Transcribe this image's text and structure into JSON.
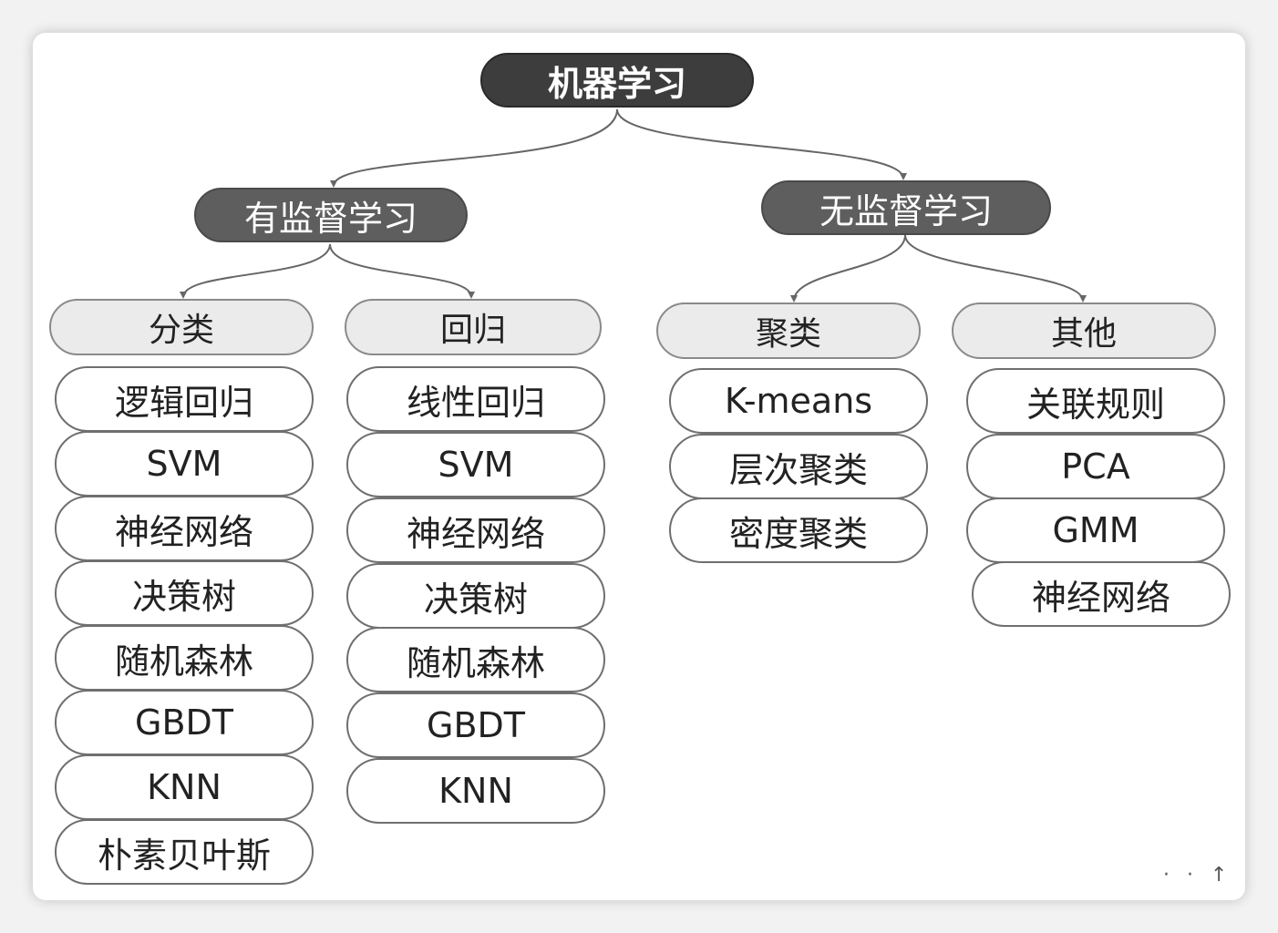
{
  "root": {
    "label": "机器学习"
  },
  "supervised": {
    "label": "有监督学习",
    "classification": {
      "label": "分类",
      "items": [
        "逻辑回归",
        "SVM",
        "神经网络",
        "决策树",
        "随机森林",
        "GBDT",
        "KNN",
        "朴素贝叶斯"
      ]
    },
    "regression": {
      "label": "回归",
      "items": [
        "线性回归",
        "SVM",
        "神经网络",
        "决策树",
        "随机森林",
        "GBDT",
        "KNN"
      ]
    }
  },
  "unsupervised": {
    "label": "无监督学习",
    "clustering": {
      "label": "聚类",
      "items": [
        "K-means",
        "层次聚类",
        "密度聚类"
      ]
    },
    "other": {
      "label": "其他",
      "items": [
        "关联规则",
        "PCA",
        "GMM",
        "神经网络"
      ]
    }
  },
  "colors": {
    "root_fill": "#3d3d3d",
    "level1_fill": "#5e5e5e",
    "category_fill": "#ebebeb",
    "leaf_fill": "#ffffff",
    "connector": "#666666"
  }
}
